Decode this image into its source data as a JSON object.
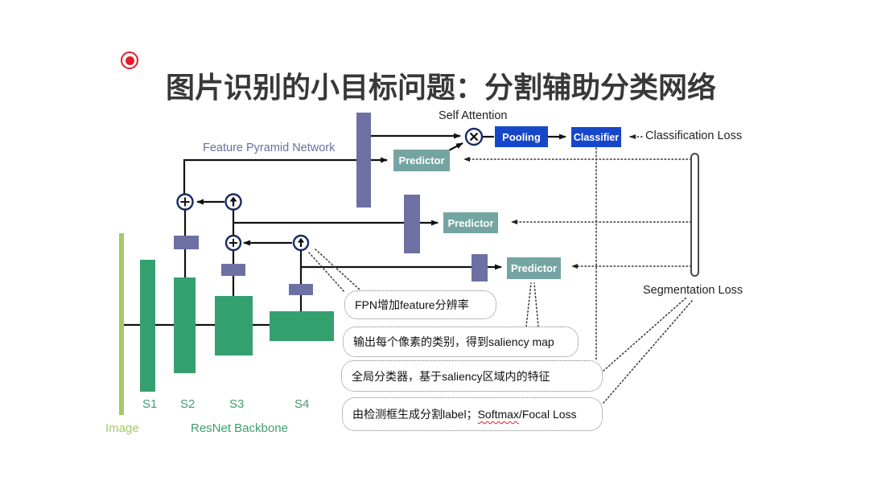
{
  "slide": {
    "title": "图片识别的小目标问题：分割辅助分类网络"
  },
  "diagram": {
    "fpn_label": "Feature Pyramid Network",
    "self_attention_label": "Self Attention",
    "classification_loss_label": "Classification Loss",
    "segmentation_loss_label": "Segmentation Loss",
    "pooling_label": "Pooling",
    "classifier_label": "Classifier",
    "predictor_labels": [
      "Predictor",
      "Predictor",
      "Predictor"
    ],
    "stage_labels": [
      "S1",
      "S2",
      "S3",
      "S4"
    ],
    "image_label": "Image",
    "backbone_label": "ResNet Backbone",
    "callouts": [
      {
        "text": "FPN增加feature分辨率"
      },
      {
        "text": "输出每个像素的类别，得到saliency map"
      },
      {
        "text": "全局分类器，基于saliency区域内的特征"
      },
      {
        "prefix": "由检测框生成分割label；",
        "highlight": "Softmax",
        "suffix": "/Focal Loss"
      }
    ],
    "operator_icons": [
      "add",
      "upsample",
      "add",
      "upsample",
      "multiply"
    ]
  },
  "colors": {
    "accent_red": "#e81b2d",
    "title_text": "#383838",
    "purple_bar": "#6c70a3",
    "green_bar": "#35a06f",
    "light_green": "#a5c96a",
    "teal_box": "#74a5a2",
    "blue_box": "#1747c9",
    "fpn_label": "#6a6e9e",
    "stage_label": "#3f9e6e",
    "line": "#111111",
    "dotted": "#3c3c3c",
    "circle_stroke": "#1b2a63",
    "misspell": "#e02020"
  }
}
